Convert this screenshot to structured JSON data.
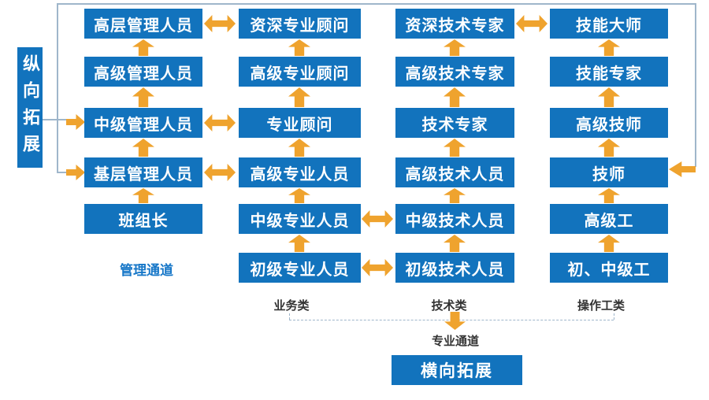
{
  "colors": {
    "box_blue": "#1273BD",
    "arrow_orange": "#EFA32E",
    "connector_gray": "#9FB6CB",
    "label_dark": "#333333",
    "channel_label_blue": "#1777C8",
    "background": "#FFFFFF"
  },
  "left_banner": {
    "label": "纵向拓展"
  },
  "bottom_banner": {
    "label": "横向拓展"
  },
  "channel_labels": {
    "management": "管理通道",
    "professional": "专业通道"
  },
  "category_labels": {
    "business": "业务类",
    "technical": "技术类",
    "operator": "操作工类"
  },
  "columns": [
    {
      "id": "management",
      "boxes": [
        "高层管理人员",
        "高级管理人员",
        "中级管理人员",
        "基层管理人员",
        "班组长"
      ]
    },
    {
      "id": "business",
      "boxes": [
        "资深专业顾问",
        "高级专业顾问",
        "专业顾问",
        "高级专业人员",
        "中级专业人员",
        "初级专业人员"
      ]
    },
    {
      "id": "technical",
      "boxes": [
        "资深技术专家",
        "高级技术专家",
        "技术专家",
        "高级技术人员",
        "中级技术人员",
        "初级技术人员"
      ]
    },
    {
      "id": "operator",
      "boxes": [
        "技能大师",
        "技能专家",
        "高级技师",
        "技师",
        "高级工",
        "初、中级工"
      ]
    }
  ]
}
